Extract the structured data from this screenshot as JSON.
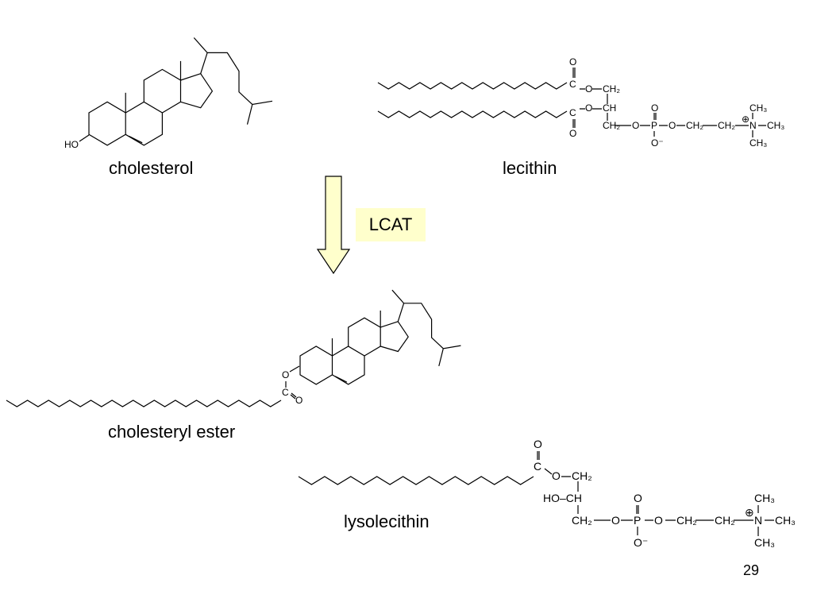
{
  "labels": {
    "cholesterol": "cholesterol",
    "lecithin": "lecithin",
    "enzyme": "LCAT",
    "cholesteryl_ester": "cholesteryl ester",
    "lysolecithin": "lysolecithin"
  },
  "atoms": {
    "ho": "HO",
    "o": "O",
    "c": "C",
    "ch": "CH",
    "ch2": "CH₂",
    "ch3": "CH₃",
    "p": "P",
    "n": "N",
    "ho_ch": "HO–CH",
    "o_minus": "O⁻",
    "plus": "⊕"
  },
  "page_number": "29",
  "colors": {
    "arrow_fill": "#ffffcc",
    "label_bg": "#ffffcc",
    "ink": "#000000"
  }
}
